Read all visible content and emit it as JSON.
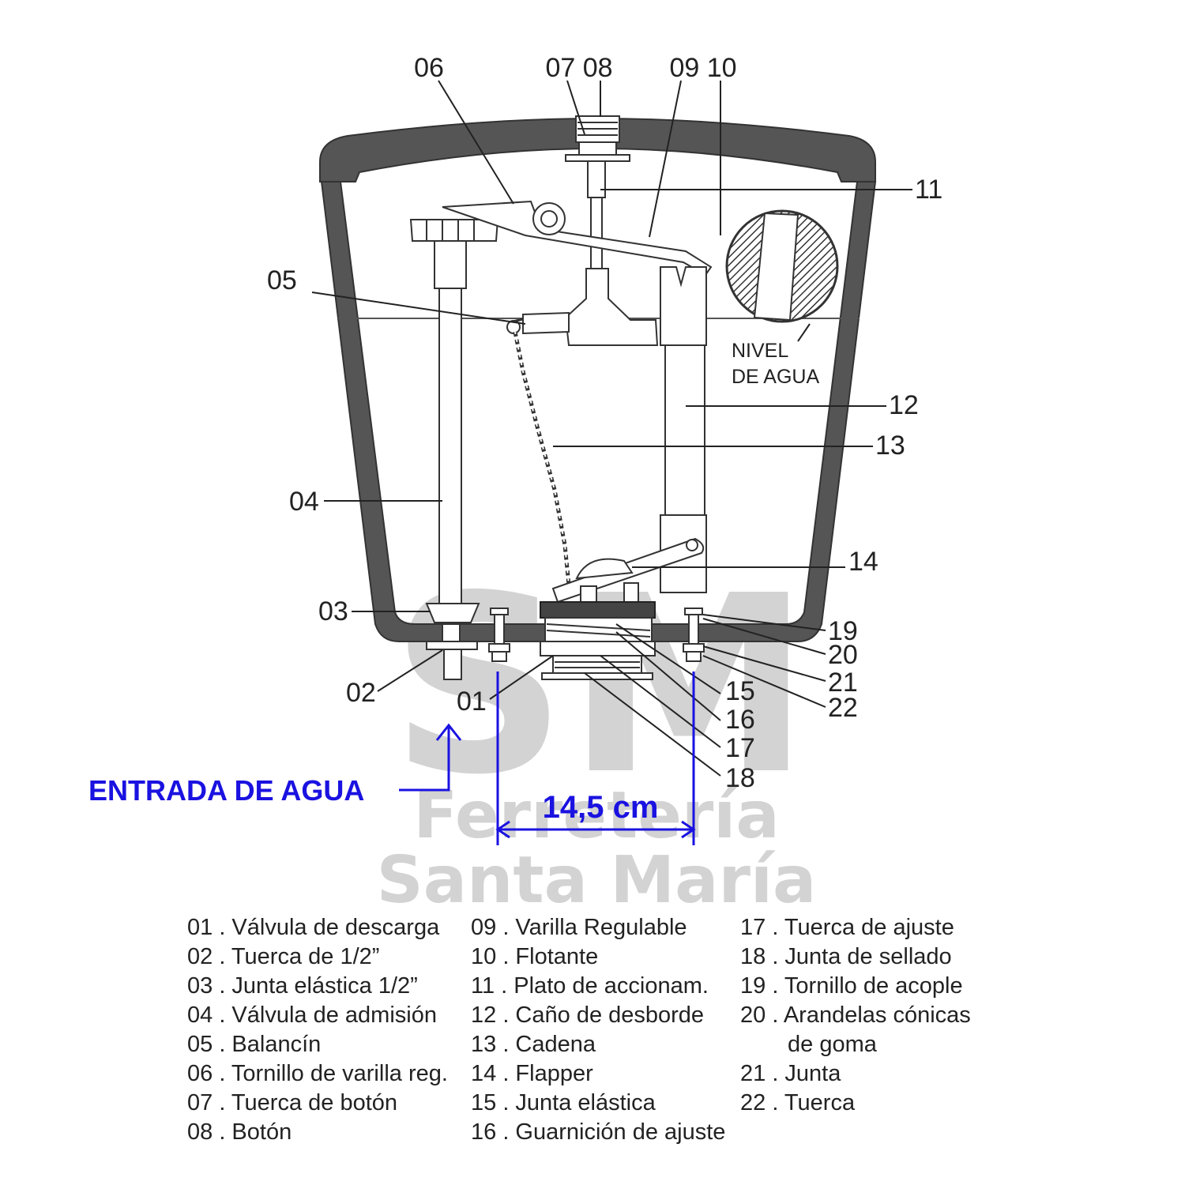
{
  "callouts": {
    "c01": "01",
    "c02": "02",
    "c03": "03",
    "c04": "04",
    "c05": "05",
    "c06": "06",
    "c0708": "07 08",
    "c0910": "09 10",
    "c11": "11",
    "c12": "12",
    "c13": "13",
    "c14": "14",
    "c15": "15",
    "c16": "16",
    "c17": "17",
    "c18": "18",
    "c19": "19",
    "c20": "20",
    "c21": "21",
    "c22": "22"
  },
  "water_level": {
    "line1": "NIVEL",
    "line2": "DE AGUA"
  },
  "water_inlet": "ENTRADA DE AGUA",
  "dimension": "14,5 cm",
  "watermark": {
    "logo": "SM",
    "line1": "Ferretería",
    "line2": "Santa María"
  },
  "legend": {
    "col1": [
      "01 . Válvula de descarga",
      "02 . Tuerca de 1/2”",
      "03 . Junta elástica 1/2”",
      "04 . Válvula de admisión",
      "05 . Balancín",
      "06 . Tornillo de varilla reg.",
      "07 . Tuerca de botón",
      "08 . Botón"
    ],
    "col2": [
      "09 . Varilla Regulable",
      "10 . Flotante",
      "11 . Plato de accionam.",
      "12 . Caño de desborde",
      "13 . Cadena",
      "14 . Flapper",
      "15 . Junta elástica",
      "16 . Guarnición de ajuste"
    ],
    "col3": [
      "17 . Tuerca de ajuste",
      "18 . Junta de sellado",
      "19 . Tornillo de acople",
      "20 . Arandelas cónicas",
      "de goma",
      "21 . Junta",
      "22 . Tuerca"
    ]
  },
  "colors": {
    "tank": "#555555",
    "accent": "#1a12e0",
    "watermark": "#d3d3d3"
  }
}
